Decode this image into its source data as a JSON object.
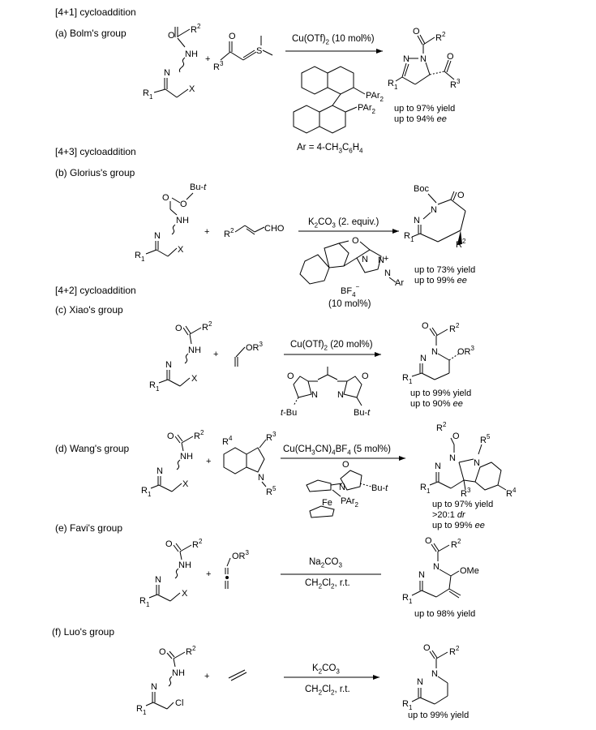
{
  "sections": {
    "s41": {
      "header": "[4+1] cycloaddition"
    },
    "s43": {
      "header": "[4+3] cycloaddition"
    },
    "s42": {
      "header": "[4+2] cycloaddition"
    }
  },
  "reactions": [
    {
      "group": "(a) Bolm's group",
      "condition": "Cu(OTf)2 (10 mol%)",
      "ligand_note": "Ar = 4-CH3C6H4",
      "results": [
        "up to 97% yield",
        "up to 94% ee"
      ]
    },
    {
      "group": "(b) Glorius's group",
      "condition": "K2CO3 (2. equiv.)",
      "catalyst_note": "(10 mol%)",
      "results": [
        "up to 73% yield",
        "up to 99% ee"
      ]
    },
    {
      "group": "(c) Xiao's group",
      "condition": "Cu(OTf)2 (20 mol%)",
      "results": [
        "up to 99% yield",
        "up to 90% ee"
      ]
    },
    {
      "group": "(d) Wang's group",
      "condition": "Cu(CH3CN)4BF4 (5 mol%)",
      "results": [
        "up to 97% yield",
        ">20:1 dr",
        "up to 99% ee"
      ]
    },
    {
      "group": "(e) Favi's group",
      "condition": "Na2CO3",
      "condition2": "CH2Cl2, r.t.",
      "results": [
        "up to 98% yield"
      ]
    },
    {
      "group": "(f) Luo's group",
      "condition": "K2CO3",
      "condition2": "CH2Cl2, r.t.",
      "results": [
        "up to 99% yield"
      ]
    }
  ]
}
